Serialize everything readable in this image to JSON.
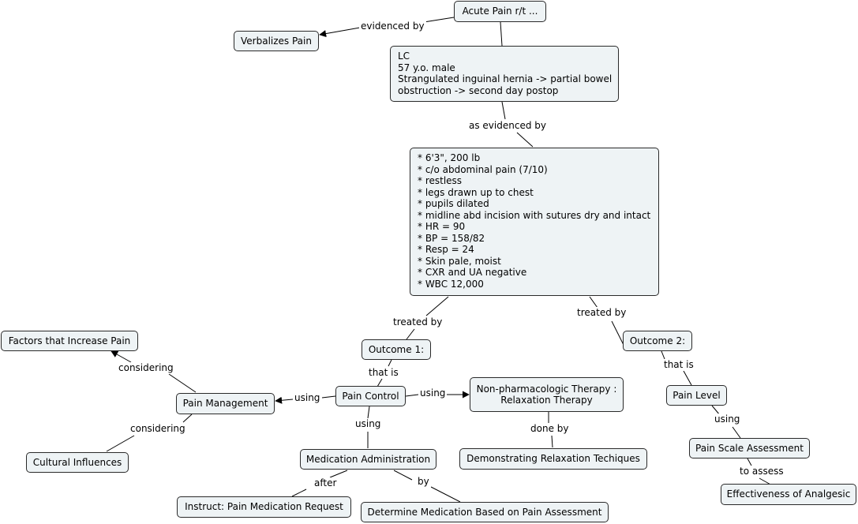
{
  "nodes": {
    "acute": "Acute Pain r/t ...",
    "verbalizes": "Verbalizes Pain",
    "lc": "LC\n57 y.o. male\nStrangulated inguinal hernia -> partial bowel\nobstruction -> second day postop",
    "assessment": "* 6'3\", 200 lb\n* c/o abdominal pain (7/10)\n* restless\n* legs drawn up to chest\n* pupils dilated\n* midline abd incision with sutures dry and intact\n* HR = 90\n* BP = 158/82\n* Resp = 24\n* Skin pale, moist\n* CXR and UA negative\n* WBC 12,000",
    "factors": "Factors that Increase Pain",
    "outcome1": "Outcome 1:",
    "outcome2": "Outcome 2:",
    "pain_management": "Pain Management",
    "pain_control": "Pain Control",
    "non_pharm": "Non-pharmacologic Therapy :\nRelaxation Therapy",
    "pain_level": "Pain Level",
    "cultural": "Cultural Influences",
    "med_admin": "Medication Administration",
    "demonstrating": "Demonstrating Relaxation Techiques",
    "pain_scale": "Pain Scale Assessment",
    "instruct": "Instruct: Pain Medication Request",
    "determine": "Determine Medication Based on Pain Assessment",
    "effectiveness": "Effectiveness of Analgesic"
  },
  "labels": {
    "evidenced_by": "evidenced by",
    "as_evidenced_by": "as evidenced by",
    "treated_by_1": "treated by",
    "treated_by_2": "treated by",
    "considering_1": "considering",
    "considering_2": "considering",
    "that_is_1": "that is",
    "that_is_2": "that is",
    "using_1": "using",
    "using_2": "using",
    "using_3": "using",
    "using_4": "using",
    "done_by": "done by",
    "to_assess": "to assess",
    "after": "after",
    "by": "by"
  },
  "colors": {
    "node_fill": "#eef3f5",
    "line": "#000000"
  }
}
